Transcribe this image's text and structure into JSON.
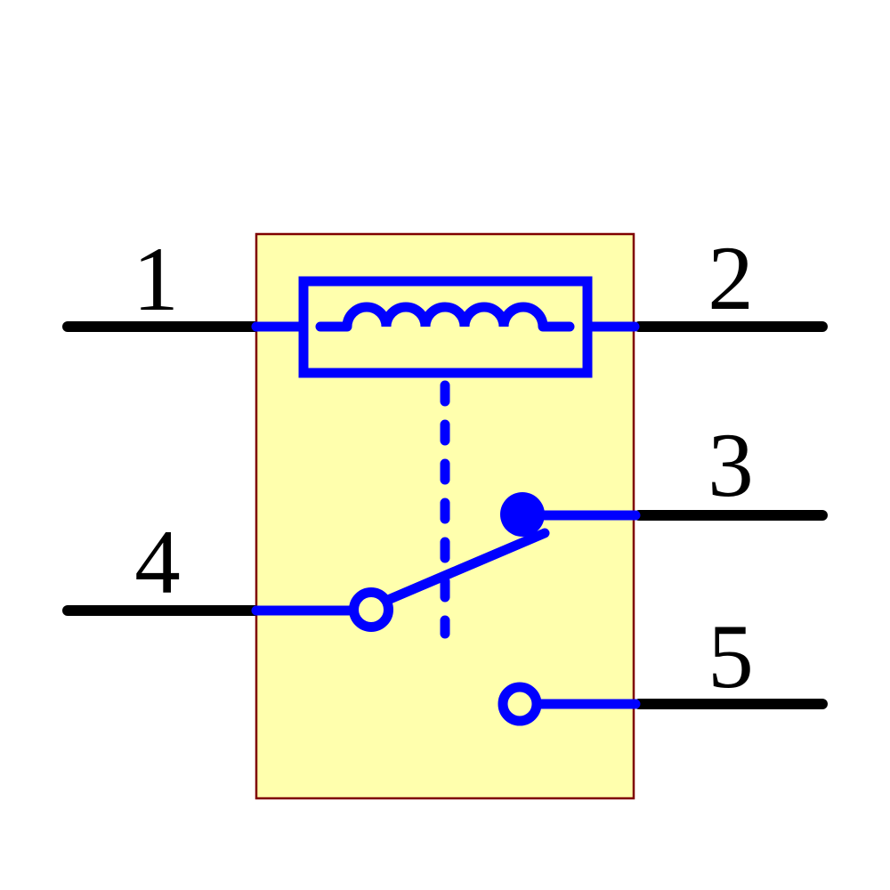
{
  "diagram": {
    "kind": "relay-schematic-symbol",
    "pins": [
      {
        "number": "1",
        "side": "left",
        "connects": "coil"
      },
      {
        "number": "2",
        "side": "right",
        "connects": "coil"
      },
      {
        "number": "3",
        "side": "right",
        "connects": "switch-closed-contact"
      },
      {
        "number": "4",
        "side": "left",
        "connects": "switch-common"
      },
      {
        "number": "5",
        "side": "right",
        "connects": "switch-open-contact"
      }
    ],
    "colors": {
      "background": "#FFFFFF",
      "body_fill": "#FFFFAD",
      "body_outline": "#7F0000",
      "symbol_blue": "#0000FF",
      "wire_black": "#000000",
      "label_text": "#000000"
    }
  }
}
